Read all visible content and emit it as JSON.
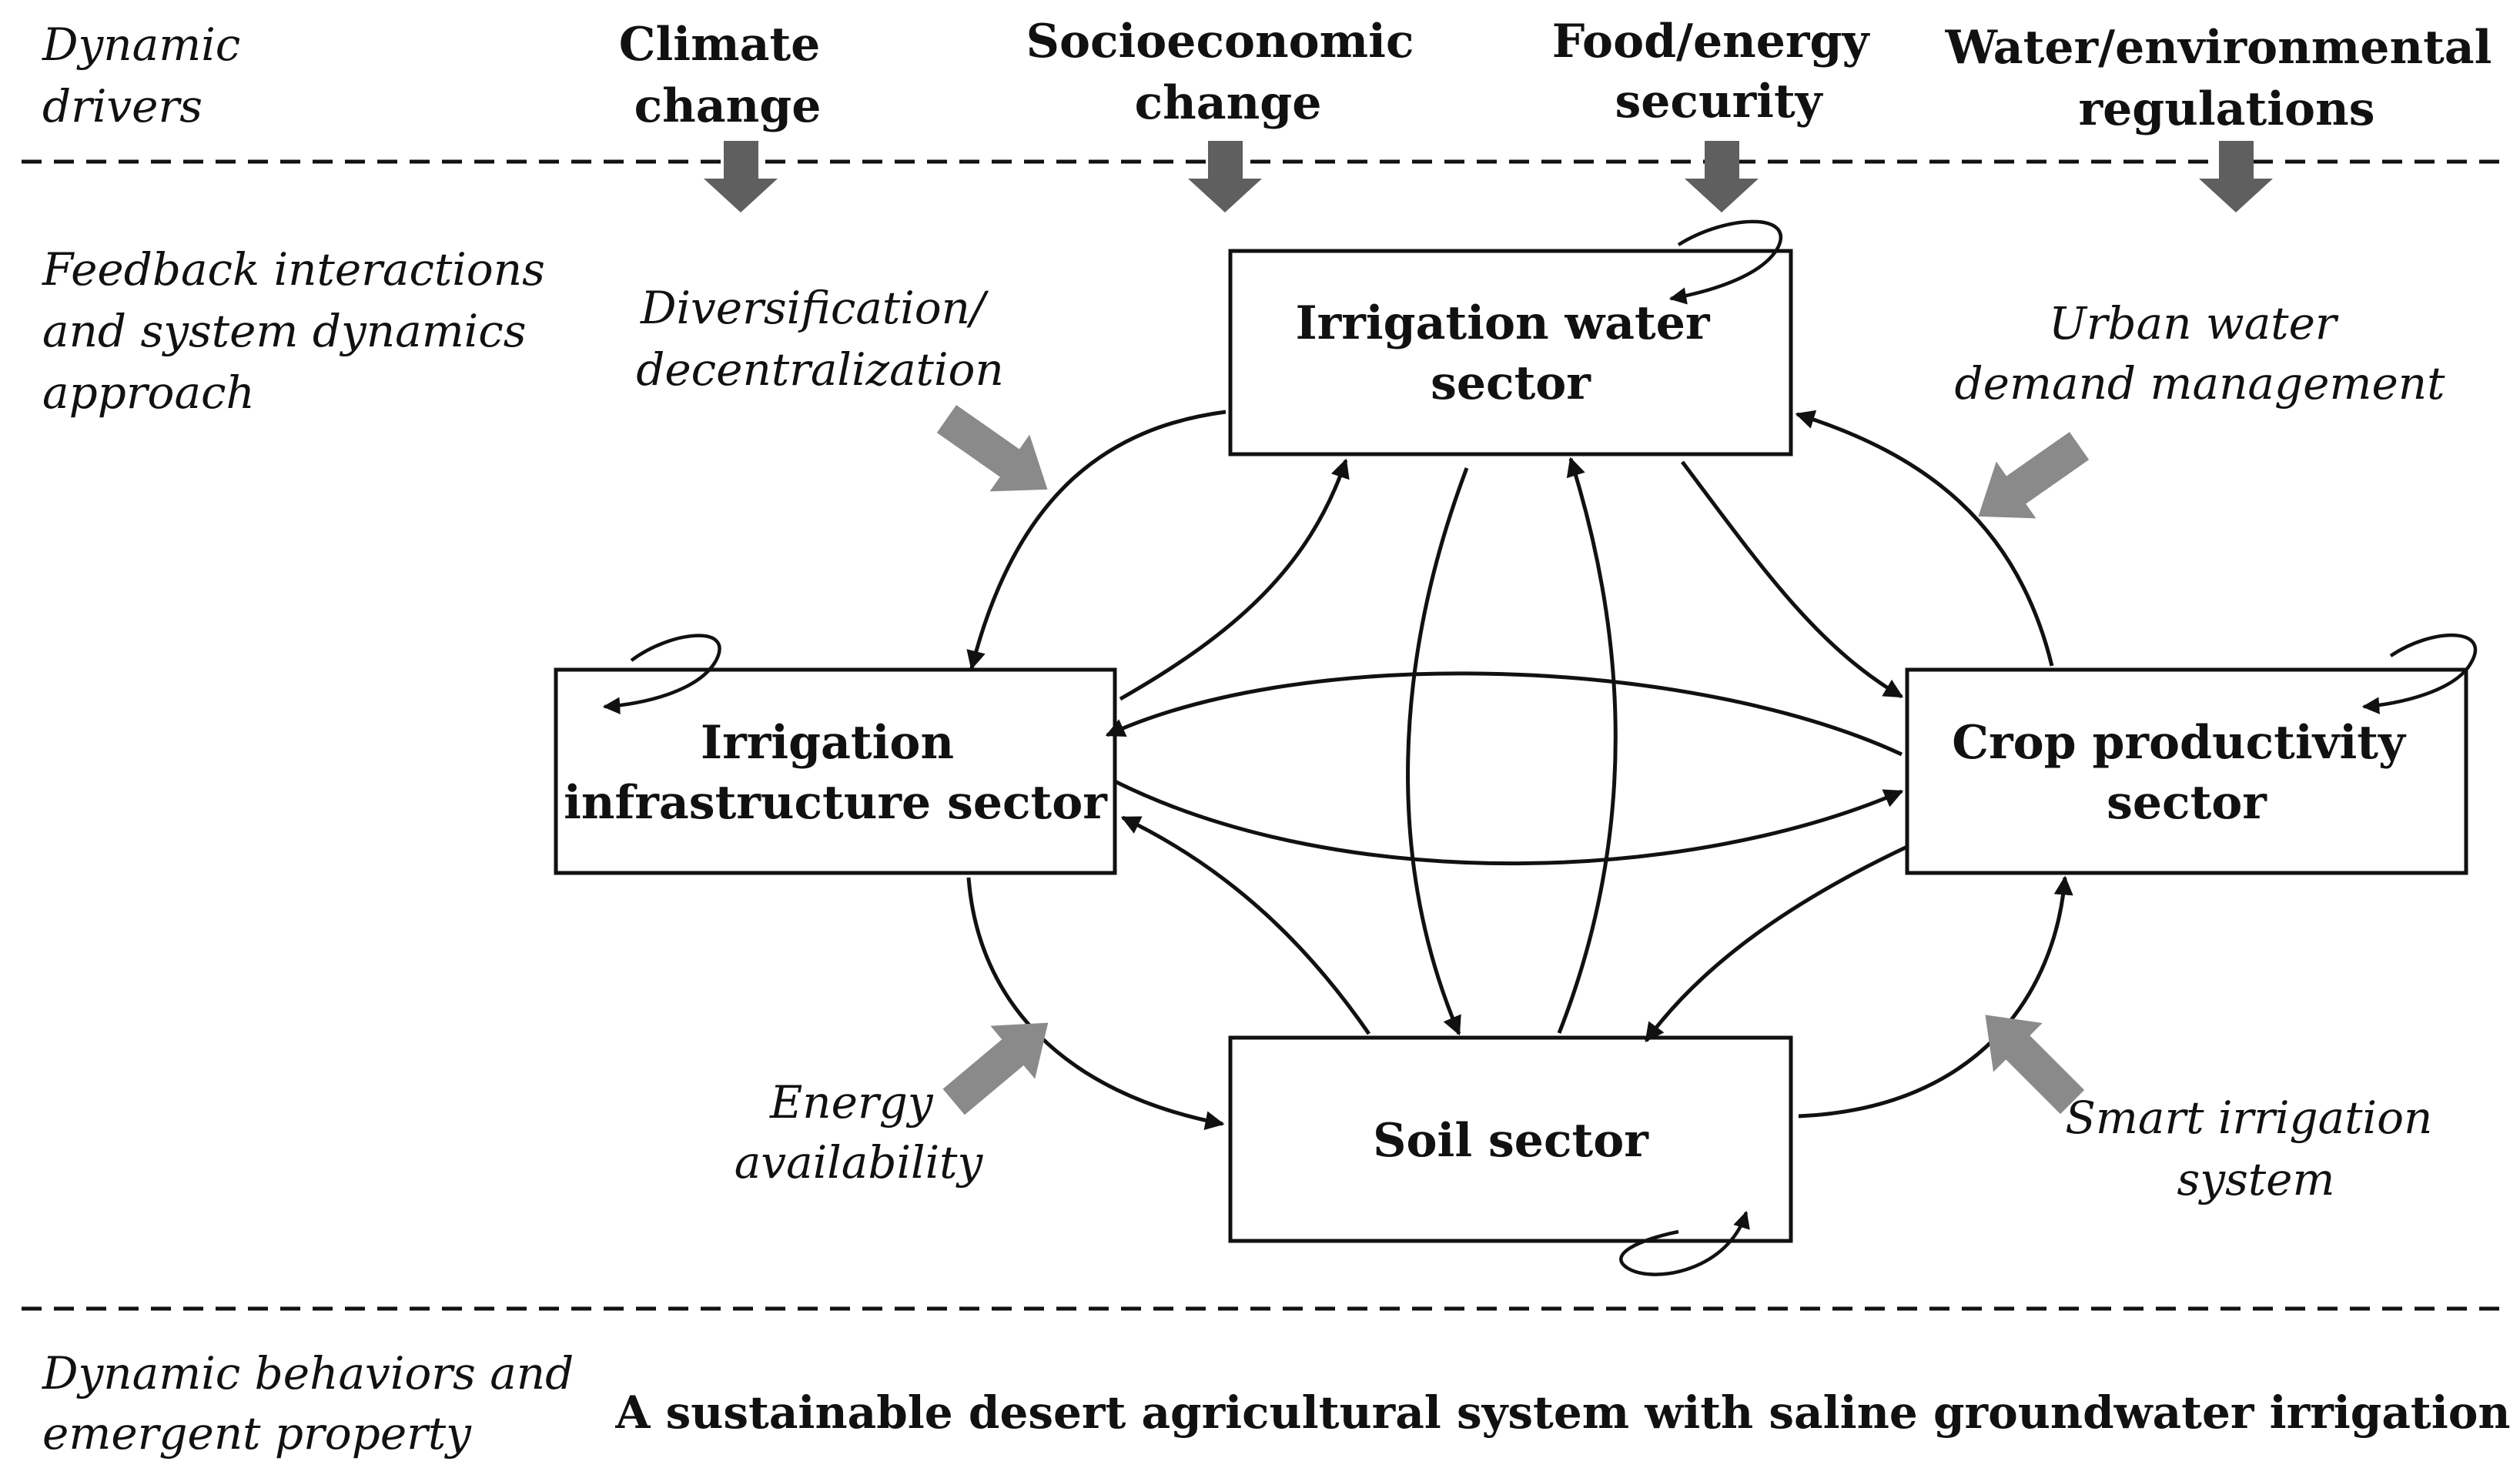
{
  "section_labels": {
    "drivers": [
      "Dynamic",
      "drivers"
    ],
    "feedback": [
      "Feedback interactions",
      "and system dynamics",
      "approach"
    ],
    "behaviors": [
      "Dynamic behaviors and",
      "emergent property"
    ]
  },
  "drivers": [
    {
      "lines": [
        "Climate",
        "change"
      ]
    },
    {
      "lines": [
        "Socioeconomic",
        "change"
      ]
    },
    {
      "lines": [
        "Food/energy",
        "security"
      ]
    },
    {
      "lines": [
        "Water/environmental",
        "regulations"
      ]
    }
  ],
  "sectors": {
    "irrigation_water": [
      "Irrigation water",
      "sector"
    ],
    "infrastructure": [
      "Irrigation",
      "infrastructure sector"
    ],
    "crop": [
      "Crop productivity",
      "sector"
    ],
    "soil": [
      "Soil sector"
    ]
  },
  "interventions": {
    "diversification": [
      "Diversification/",
      "decentralization"
    ],
    "urban": [
      "Urban water",
      "demand management"
    ],
    "energy": [
      "Energy",
      "availability"
    ],
    "smart": [
      "Smart irrigation",
      "system"
    ]
  },
  "outcome": "A sustainable desert agricultural system with saline groundwater irrigation",
  "colors": {
    "ink": "#111111",
    "driver_arrow": "#5f5f5f",
    "policy_arrow": "#8a8a8a"
  }
}
